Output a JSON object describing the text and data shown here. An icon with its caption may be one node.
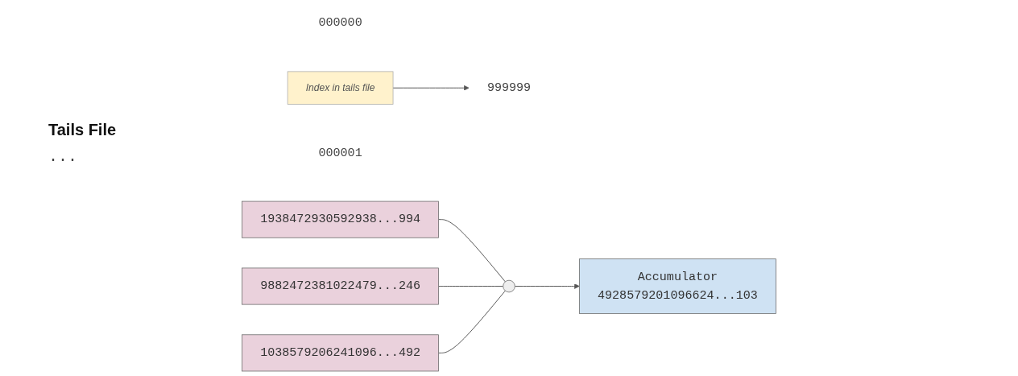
{
  "diagram": {
    "nodes": [
      {
        "text": [
          "000000"
        ]
      },
      {
        "text": [
          "1938472930592938...994"
        ]
      },
      {
        "text": [
          "000001"
        ]
      },
      {
        "text": [
          "9882472381022479...246"
        ]
      },
      {
        "text": [
          "999999"
        ]
      },
      {
        "text": [
          "1038579206241096...492"
        ]
      },
      {
        "text": [],
        "shape": "circle"
      },
      {
        "text": [
          "Accumulator",
          "4928579201096624...103"
        ]
      },
      {
        "text": [
          "Index in tails file"
        ]
      }
    ],
    "edges": [
      {
        "from": 1,
        "to": 6,
        "arrow": "none"
      },
      {
        "from": 3,
        "to": 6,
        "arrow": "none"
      },
      {
        "from": 5,
        "to": 6,
        "arrow": "none"
      },
      {
        "from": 6,
        "to": 7,
        "arrow": "to"
      },
      {
        "from": 8,
        "to": 4,
        "arrow": "to"
      }
    ],
    "labels": [
      "Tails File",
      "..."
    ]
  }
}
